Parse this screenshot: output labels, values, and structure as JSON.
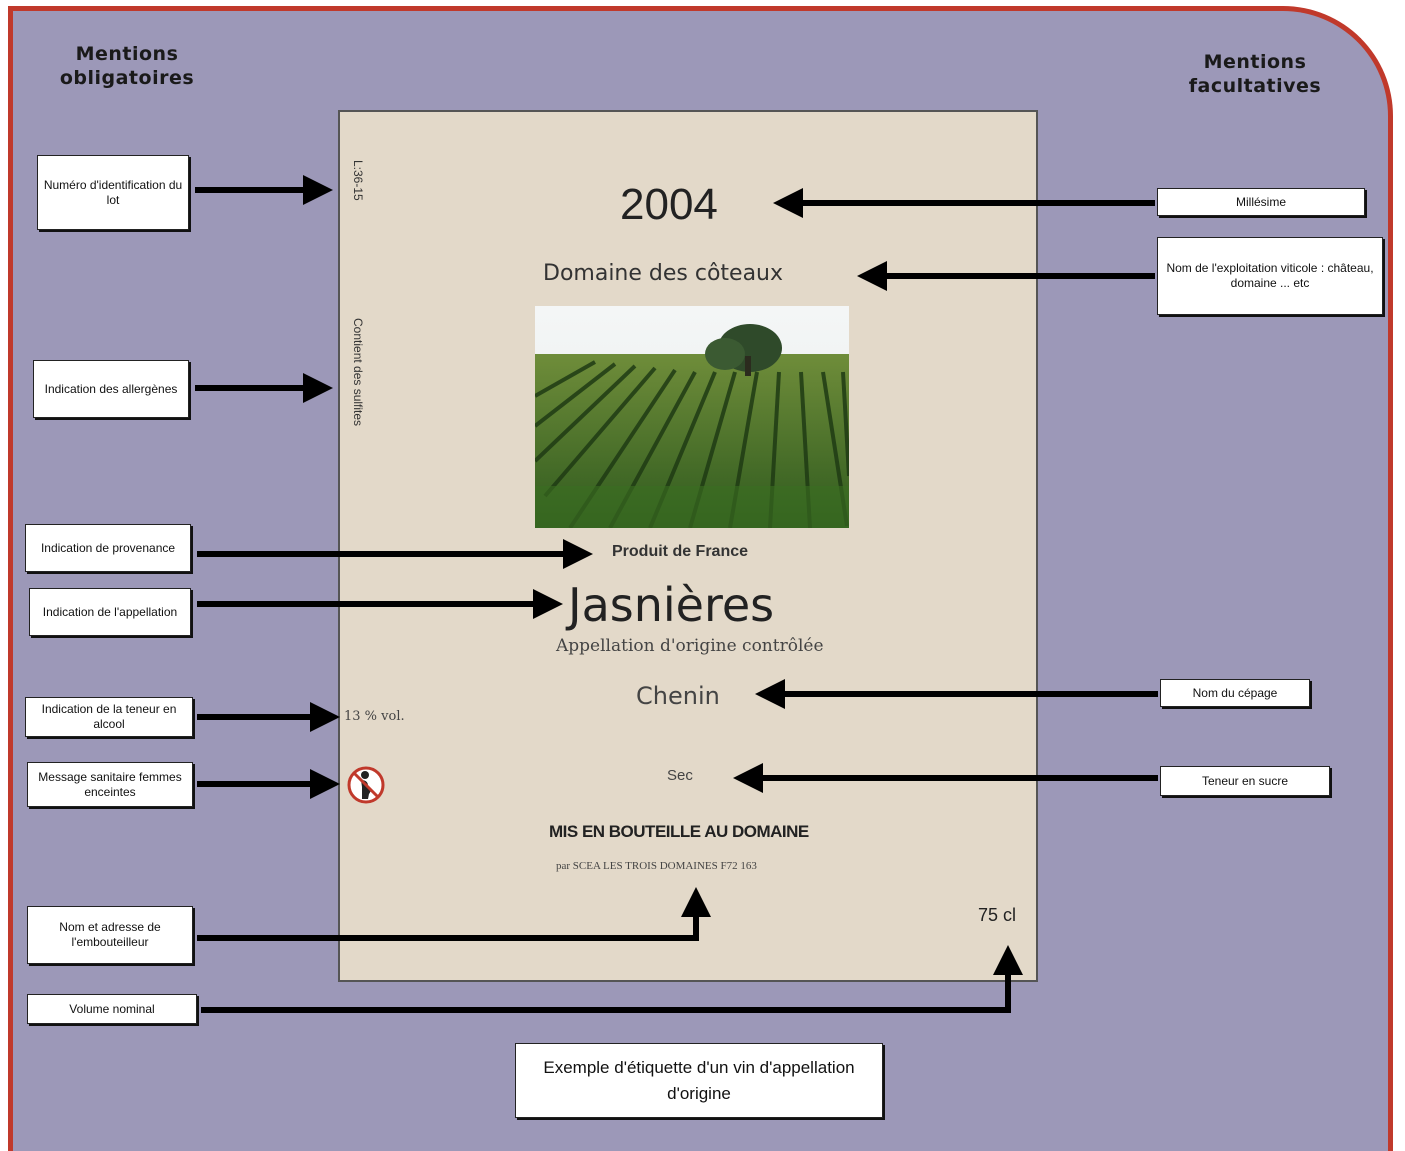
{
  "headings": {
    "left": "Mentions obligatoires",
    "right": "Mentions facultatives"
  },
  "left_boxes": {
    "lot": "Numéro d'identification du lot",
    "allergenes": "Indication des allergènes",
    "provenance": "Indication de provenance",
    "appellation": "Indication de l'appellation",
    "alcool": "Indication de la teneur en alcool",
    "sanitaire": "Message sanitaire femmes enceintes",
    "embouteilleur": "Nom et adresse de l'embouteilleur",
    "volume": "Volume nominal"
  },
  "right_boxes": {
    "millesime": "Millésime",
    "exploitation": "Nom de l'exploitation viticole : château, domaine ... etc",
    "cepage": "Nom du cépage",
    "sucre": "Teneur en sucre"
  },
  "label": {
    "year": "2004",
    "domain": "Domaine des côteaux",
    "lot_code": "L:36-15",
    "sulfites": "Contient des sulfites",
    "origin": "Produit de France",
    "appellation": "Jasnières",
    "aoc": "Appellation d'origine contrôlée",
    "grape": "Chenin",
    "alcohol": "13 % vol.",
    "sugar": "Sec",
    "bottled": "MIS EN BOUTEILLE AU DOMAINE",
    "bottler": "par SCEA LES TROIS DOMAINES F72 163",
    "volume": "75 cl"
  },
  "caption": "Exemple d'étiquette d'un vin d'appellation d'origine",
  "colors": {
    "background": "#9c98b8",
    "border": "#c0392b",
    "label": "#e3d9c9"
  }
}
